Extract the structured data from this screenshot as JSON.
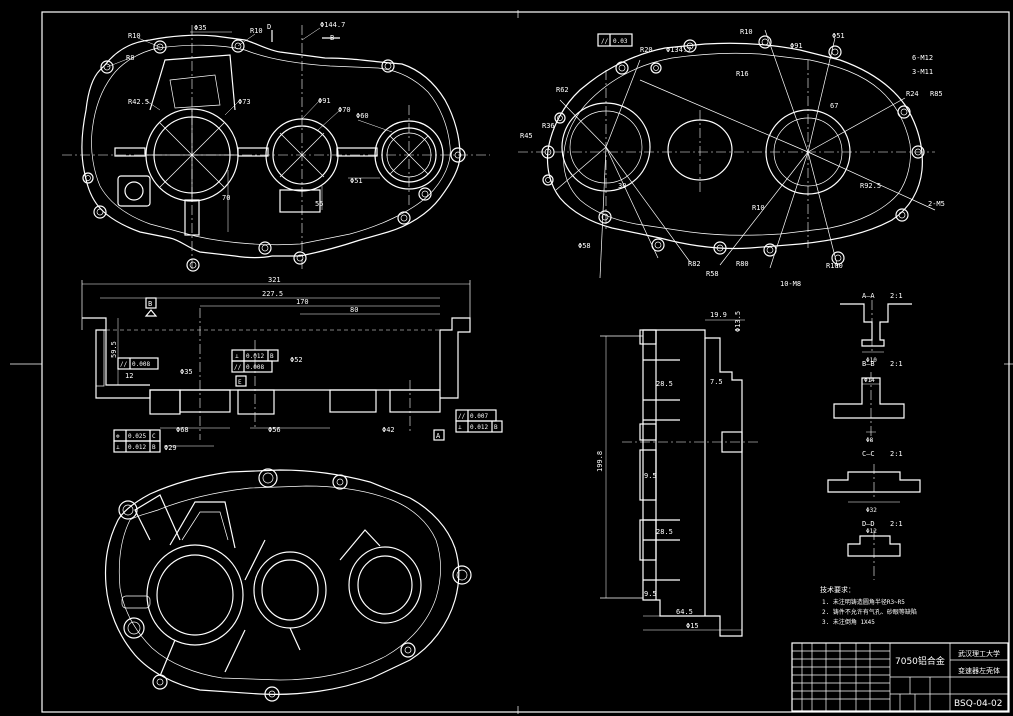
{
  "drawing": {
    "title_block": {
      "material": "7050铝合金",
      "school": "武汉理工大学",
      "part_name": "变速器左壳体",
      "drawing_no": "BSQ-04-02"
    },
    "tech_requirements": {
      "heading": "技术要求：",
      "items": [
        "1. 未注明铸造圆角半径R3~R5",
        "2. 铸件不允许有气孔、砂眼等缺陷",
        "3. 未注倒角 1X45"
      ]
    },
    "top_left_view": {
      "dims": [
        "R10",
        "R8",
        "R42.5",
        "Φ35",
        "R10",
        "D",
        "Φ144.7",
        "B",
        "Φ73",
        "Φ91",
        "Φ70",
        "Φ60",
        "Φ51",
        "55",
        "70"
      ]
    },
    "top_right_view": {
      "tolerance": "0.03",
      "dims": [
        "R20",
        "Φ134.7",
        "R10",
        "Φ91",
        "Φ51",
        "6-M12",
        "3-M11",
        "R24",
        "R85",
        "R62",
        "R45",
        "R36",
        "R16",
        "R92.5",
        "R10",
        "Φ58",
        "R82",
        "R58",
        "R80",
        "R100",
        "10-M8",
        "2-M5",
        "30",
        "67"
      ]
    },
    "section_view": {
      "dims": [
        "321",
        "227.5",
        "170",
        "80",
        "59.5",
        "12",
        "Φ42",
        "Φ52",
        "Φ56",
        "Φ68",
        "Φ29",
        "Φ35"
      ],
      "datum_B": "B",
      "datum_A": "A",
      "fcf": [
        {
          "sym": "//",
          "val": "0.008",
          "datum": ""
        },
        {
          "sym": "⊥",
          "val": "0.012",
          "datum": "B"
        },
        {
          "sym": "//",
          "val": "0.008",
          "datum": ""
        },
        {
          "sym": "⊚",
          "val": "0.025",
          "datum": "C"
        },
        {
          "sym": "⊥",
          "val": "0.012",
          "datum": "B"
        },
        {
          "sym": "//",
          "val": "0.007",
          "datum": ""
        },
        {
          "sym": "⊥",
          "val": "0.012",
          "datum": "B"
        }
      ]
    },
    "side_view": {
      "dims": [
        "19.9",
        "Φ13.5",
        "28.5",
        "7.5",
        "199.8",
        "9.5",
        "28.5",
        "9.5",
        "64.5",
        "Φ15"
      ]
    },
    "details": [
      {
        "label": "A—A",
        "scale": "2:1",
        "dims": [
          "Φ10"
        ]
      },
      {
        "label": "B—B",
        "scale": "2:1",
        "dims": [
          "Φ14",
          "Φ8"
        ]
      },
      {
        "label": "C—C",
        "scale": "2:1",
        "dims": [
          "Φ32"
        ]
      },
      {
        "label": "D—D",
        "scale": "2:1",
        "dims": [
          "Φ12"
        ]
      }
    ]
  }
}
